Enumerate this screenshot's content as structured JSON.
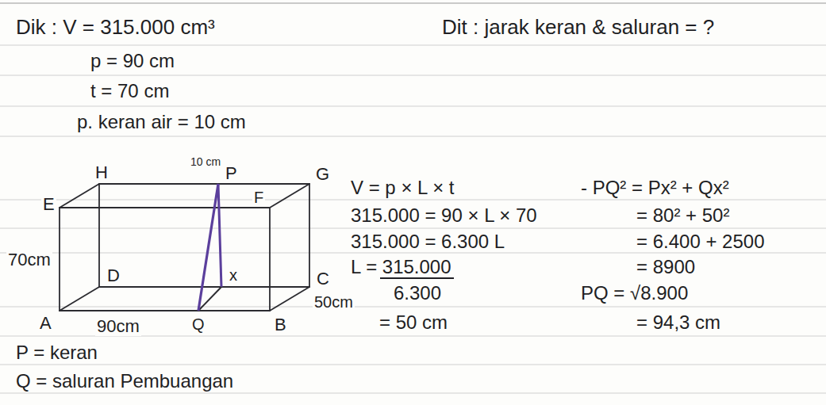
{
  "diagram": {
    "labels": [
      "Dik : V = 315.000 cm³",
      "Dit : jarak keran & saluran = ?",
      "p = 90 cm",
      "t = 70 cm",
      "p. keran air = 10 cm",
      "10 cm",
      "H",
      "P",
      "G",
      "E",
      "F",
      "70cm",
      "D",
      "C",
      "x",
      "50cm",
      "A",
      "90cm",
      "Q",
      "B",
      "V = p × L × t",
      "315.000 = 90 × L × 70",
      "315.000 = 6.300 L",
      "L = 315.000",
      "6.300",
      "= 50 cm",
      "- PQ² = Px² + Qx²",
      "= 80² + 50²",
      "= 6.400 + 2500",
      "= 8900",
      "PQ = √8.900",
      "= 94,3 cm",
      "P = keran",
      "Q = saluran Pembuangan"
    ]
  }
}
